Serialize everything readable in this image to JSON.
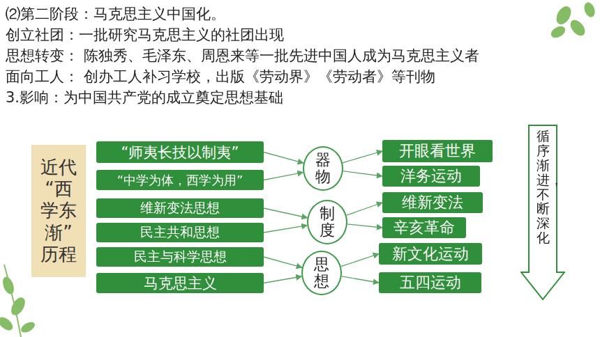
{
  "diagram": {
    "title": "⑵第二阶段：马克思主义中国化。",
    "nodes": [
      {
        "text": [
          "近代“西学东渐”历程"
        ]
      },
      {
        "text": [
          "“师夷长技以制夷”"
        ]
      },
      {
        "text": [
          "“中学为体，西学为用”"
        ]
      },
      {
        "text": [
          "维新变法思想"
        ]
      },
      {
        "text": [
          "民主共和思想"
        ]
      },
      {
        "text": [
          "民主与科学思想"
        ]
      },
      {
        "text": [
          "马克思主义"
        ]
      },
      {
        "text": [
          "器物"
        ]
      },
      {
        "text": [
          "制度"
        ]
      },
      {
        "text": [
          "思想"
        ]
      },
      {
        "text": [
          "开眼看世界"
        ]
      },
      {
        "text": [
          "洋务运动"
        ]
      },
      {
        "text": [
          "维新变法"
        ]
      },
      {
        "text": [
          "辛亥革命"
        ]
      },
      {
        "text": [
          "新文化运动"
        ]
      },
      {
        "text": [
          "五四运动"
        ]
      },
      {
        "text": [
          "循序渐进，不断深化"
        ]
      }
    ],
    "edges": [
      {
        "from": 1,
        "to": 7,
        "arrow": "to"
      },
      {
        "from": 2,
        "to": 7,
        "arrow": "to"
      },
      {
        "from": 7,
        "to": 10,
        "arrow": "to"
      },
      {
        "from": 7,
        "to": 11,
        "arrow": "to"
      },
      {
        "from": 3,
        "to": 8,
        "arrow": "to"
      },
      {
        "from": 4,
        "to": 8,
        "arrow": "to"
      },
      {
        "from": 8,
        "to": 12,
        "arrow": "to"
      },
      {
        "from": 8,
        "to": 13,
        "arrow": "to"
      },
      {
        "from": 5,
        "to": 9,
        "arrow": "to"
      },
      {
        "from": 6,
        "to": 9,
        "arrow": "to"
      },
      {
        "from": 9,
        "to": 14,
        "arrow": "to"
      },
      {
        "from": 9,
        "to": 15,
        "arrow": "to"
      }
    ],
    "labels": [
      "创立社团：一批研究马克思主义的社团出现",
      "思想转变： 陈独秀、毛泽东、周恩来等一批先进中国人成为马克思主义者",
      "面向工人： 创办工人补习学校，出版《劳动界》《劳动者》等刊物",
      "3.影响：为中国共产党的成立奠定思想基础"
    ]
  }
}
